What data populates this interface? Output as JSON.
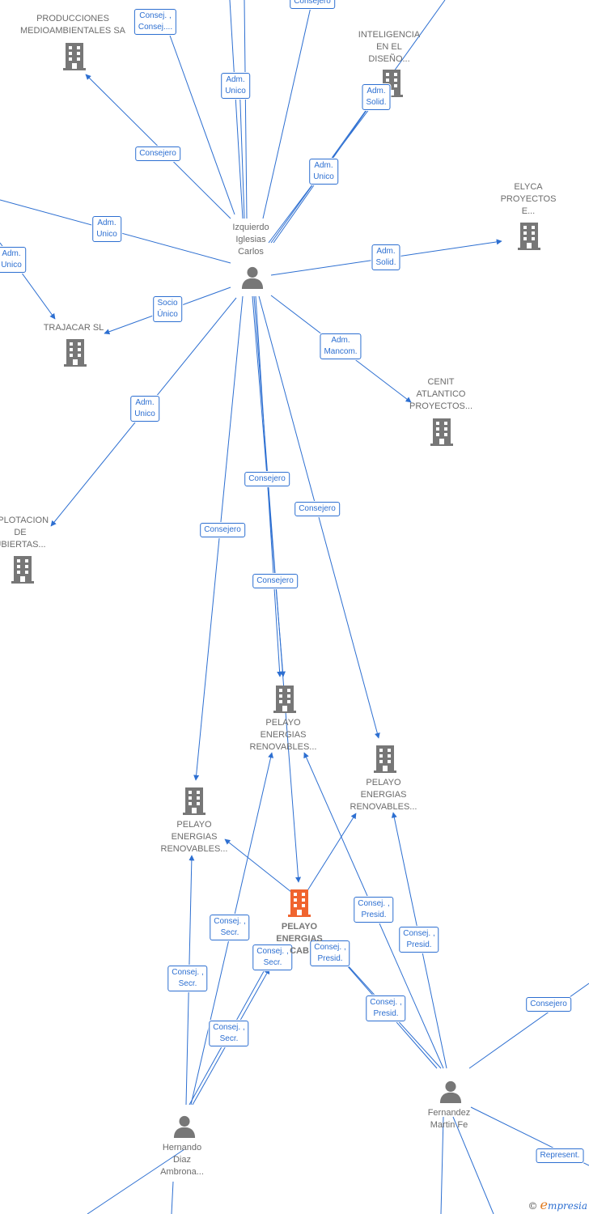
{
  "colors": {
    "edge": "#2d6fd1",
    "company_icon": "#777777",
    "focus_icon": "#f0642f",
    "person_icon": "#777777"
  },
  "nodes": [
    {
      "id": "produc",
      "type": "company",
      "label": "PRODUCCIONES\nMEDIOAMBIENTALES SA"
    },
    {
      "id": "intel",
      "type": "company",
      "label": "INTELIGENCIA\nEN EL\nDISEÑO..."
    },
    {
      "id": "elyca",
      "type": "company",
      "label": "ELYCA\nPROYECTOS\nE..."
    },
    {
      "id": "trajacar",
      "type": "company",
      "label": "TRAJACAR  SL"
    },
    {
      "id": "cenit",
      "type": "company",
      "label": "CENIT\nATLANTICO\nPROYECTOS..."
    },
    {
      "id": "explot",
      "type": "company",
      "label": "XPLOTACION\nDE\nUBIERTAS..."
    },
    {
      "id": "pel1",
      "type": "company",
      "label": "PELAYO\nENERGIAS\nRENOVABLES..."
    },
    {
      "id": "pel2",
      "type": "company",
      "label": "PELAYO\nENERGIAS\nRENOVABLES..."
    },
    {
      "id": "pel3",
      "type": "company",
      "label": "PELAYO\nENERGIAS\nRENOVABLES..."
    },
    {
      "id": "pelfocus",
      "type": "focus",
      "label": "PELAYO\nENERGIAS\nCAB"
    },
    {
      "id": "izq",
      "type": "person",
      "label": "Izquierdo\nIglesias\nCarlos"
    },
    {
      "id": "fern",
      "type": "person",
      "label": "Fernandez\nMartin Fe"
    },
    {
      "id": "hern",
      "type": "person",
      "label": "Hernando\nDiaz\nAmbrona..."
    }
  ],
  "edges": [
    {
      "from": "izq",
      "to": "top1",
      "label": ""
    },
    {
      "from": "izq",
      "to": "top2",
      "label": ""
    },
    {
      "from": "izq",
      "to": "top3",
      "label": "Consej. ,\nConsej...."
    },
    {
      "from": "izq",
      "to": "top4",
      "label": "Consejero"
    },
    {
      "from": "izq",
      "to": "top5",
      "label": ""
    },
    {
      "from": "izq",
      "to": "produc",
      "label": "Consejero"
    },
    {
      "from": "izq",
      "to": "top2",
      "label": "Adm.\nUnico"
    },
    {
      "from": "izq",
      "to": "intel",
      "label": "Adm.\nSolid."
    },
    {
      "from": "izq",
      "to": "intel",
      "label": "Adm.\nUnico"
    },
    {
      "from": "izq",
      "to": "elyca",
      "label": "Adm.\nSolid."
    },
    {
      "from": "izq",
      "to": "left1",
      "label": "Adm.\nUnico"
    },
    {
      "from": "left2",
      "to": "trajacar",
      "label": "Adm.\nUnico"
    },
    {
      "from": "izq",
      "to": "trajacar",
      "label": "Socio\nÚnico"
    },
    {
      "from": "izq",
      "to": "cenit",
      "label": "Adm.\nMancom."
    },
    {
      "from": "izq",
      "to": "explot",
      "label": "Adm.\nUnico"
    },
    {
      "from": "izq",
      "to": "pel1",
      "label": "Consejero"
    },
    {
      "from": "izq",
      "to": "pel1",
      "label": "Consejero"
    },
    {
      "from": "izq",
      "to": "pel3",
      "label": "Consejero"
    },
    {
      "from": "izq",
      "to": "pel2",
      "label": "Consejero"
    },
    {
      "from": "izq",
      "to": "pelfocus",
      "label": ""
    },
    {
      "from": "hern",
      "to": "pel2",
      "label": "Consej. ,\nSecr."
    },
    {
      "from": "hern",
      "to": "pel1",
      "label": "Consej. ,\nSecr."
    },
    {
      "from": "hern",
      "to": "pelfocus",
      "label": "Consej. ,\nSecr."
    },
    {
      "from": "hern",
      "to": "pelfocus",
      "label": "Consej. ,\nSecr."
    },
    {
      "from": "fern",
      "to": "pel1",
      "label": "Consej. ,\nPresid."
    },
    {
      "from": "fern",
      "to": "pel3",
      "label": "Consej. ,\nPresid."
    },
    {
      "from": "fern",
      "to": "pelfocus",
      "label": "Consej. ,\nPresid."
    },
    {
      "from": "fern",
      "to": "pelfocus",
      "label": "Consej. ,\nPresid."
    },
    {
      "from": "fern",
      "to": "right1",
      "label": "Consejero"
    },
    {
      "from": "fern",
      "to": "right2",
      "label": "Represent."
    },
    {
      "from": "pelfocus",
      "to": "pel2",
      "label": ""
    },
    {
      "from": "pelfocus",
      "to": "pel3",
      "label": ""
    }
  ],
  "watermark": {
    "copyright": "©",
    "brand_initial": "e",
    "brand_rest": "mpresia"
  }
}
